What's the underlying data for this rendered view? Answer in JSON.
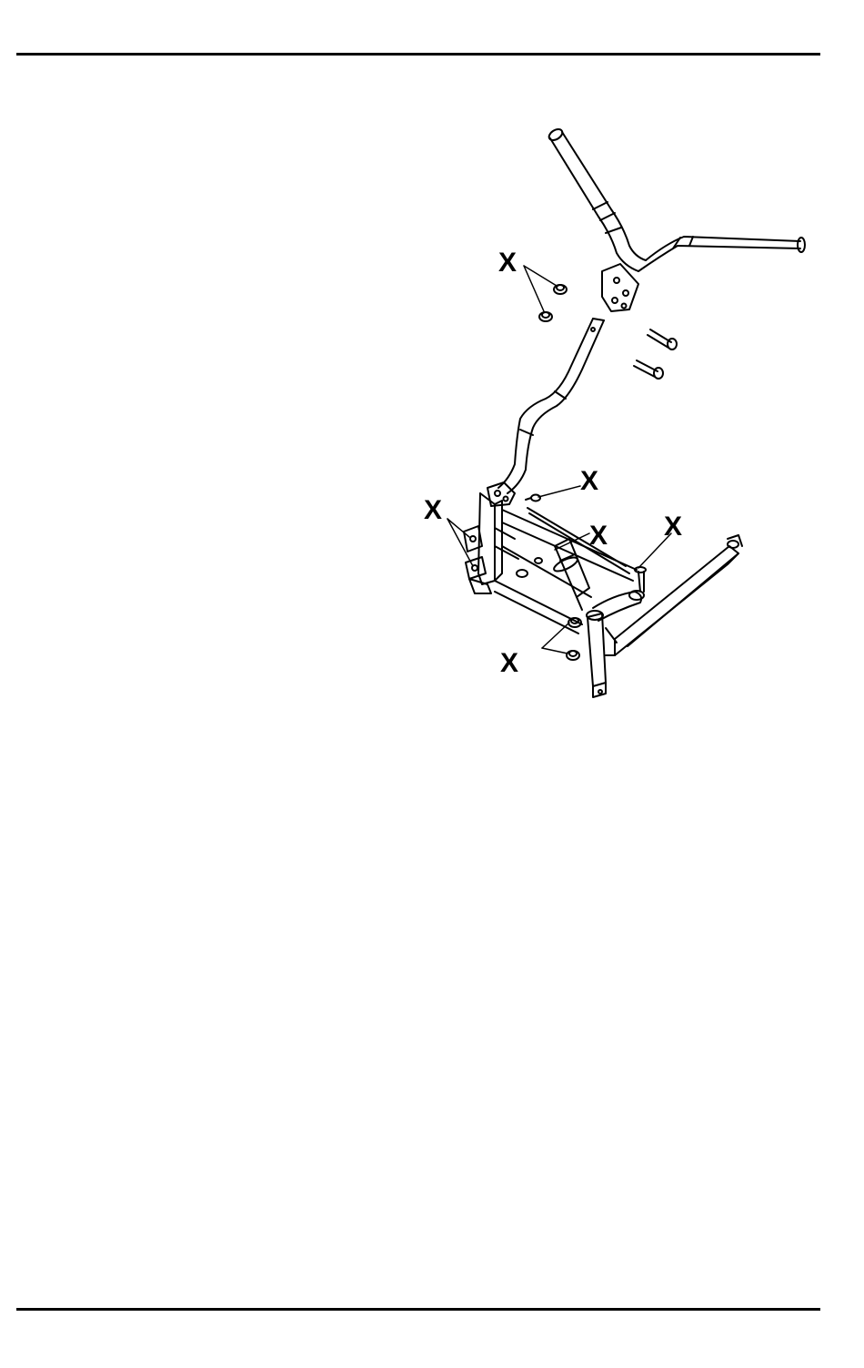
{
  "figure": {
    "callouts": [
      {
        "id": "handlebar-fasteners",
        "label": "X"
      },
      {
        "id": "steering-top-fastener",
        "label": "X"
      },
      {
        "id": "left-frame-fasteners",
        "label": "X"
      },
      {
        "id": "cylinder-fastener",
        "label": "X"
      },
      {
        "id": "spindle-bolt",
        "label": "X"
      },
      {
        "id": "lower-pivot-fasteners",
        "label": "X"
      }
    ]
  }
}
